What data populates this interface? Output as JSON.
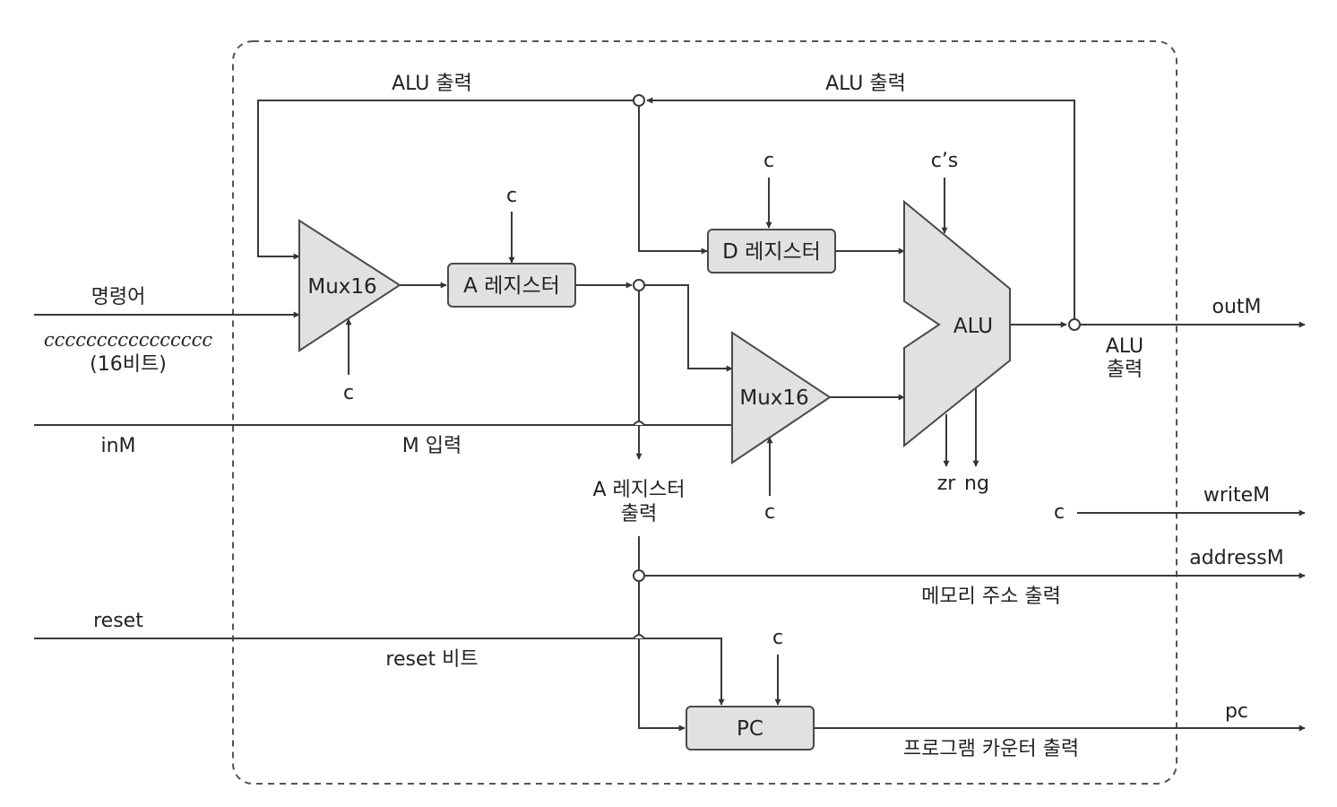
{
  "labels": {
    "alu_out_top_left": "ALU 출력",
    "alu_out_top_right": "ALU 출력",
    "instruction": "명령어",
    "instruction_bits": "cccccccccccccccc",
    "instruction_width": "(16비트)",
    "inM": "inM",
    "m_input": "M 입력",
    "a_reg_out_line1": "A 레지스터",
    "a_reg_out_line2": "출력",
    "reset": "reset",
    "reset_bit": "reset 비트",
    "alu_out_right_line1": "ALU",
    "alu_out_right_line2": "출력",
    "outM": "outM",
    "writeM": "writeM",
    "addressM": "addressM",
    "mem_addr_out": "메모리 주소 출력",
    "pc": "pc",
    "pc_out": "프로그램 카운터 출력",
    "zr": "zr",
    "ng": "ng"
  },
  "components": {
    "mux1": "Mux16",
    "mux2": "Mux16",
    "a_register": "A 레지스터",
    "d_register": "D 레지스터",
    "alu": "ALU",
    "pc": "PC"
  },
  "controls": {
    "c": "c",
    "cs": "c’s"
  }
}
